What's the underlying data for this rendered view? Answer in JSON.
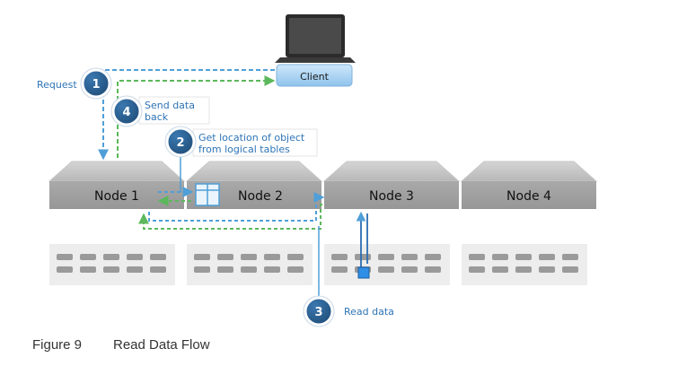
{
  "client": {
    "label": "Client",
    "icon": "laptop-icon"
  },
  "nodes": [
    {
      "label": "Node 1"
    },
    {
      "label": "Node 2"
    },
    {
      "label": "Node 3"
    },
    {
      "label": "Node 4"
    }
  ],
  "steps": [
    {
      "number": "1",
      "label": "Request"
    },
    {
      "number": "2",
      "label_line1": "Get location of object",
      "label_line2": "from logical tables"
    },
    {
      "number": "3",
      "label": "Read data"
    },
    {
      "number": "4",
      "label_line1": "Send data",
      "label_line2": "back"
    }
  ],
  "caption": {
    "figure": "Figure 9",
    "title": "Read Data Flow"
  },
  "colors": {
    "blue_arrow": "#4f9fd8",
    "green_arrow": "#5cb85c",
    "step_circle": "#2b5f8f",
    "label_blue": "#2e74b5"
  }
}
